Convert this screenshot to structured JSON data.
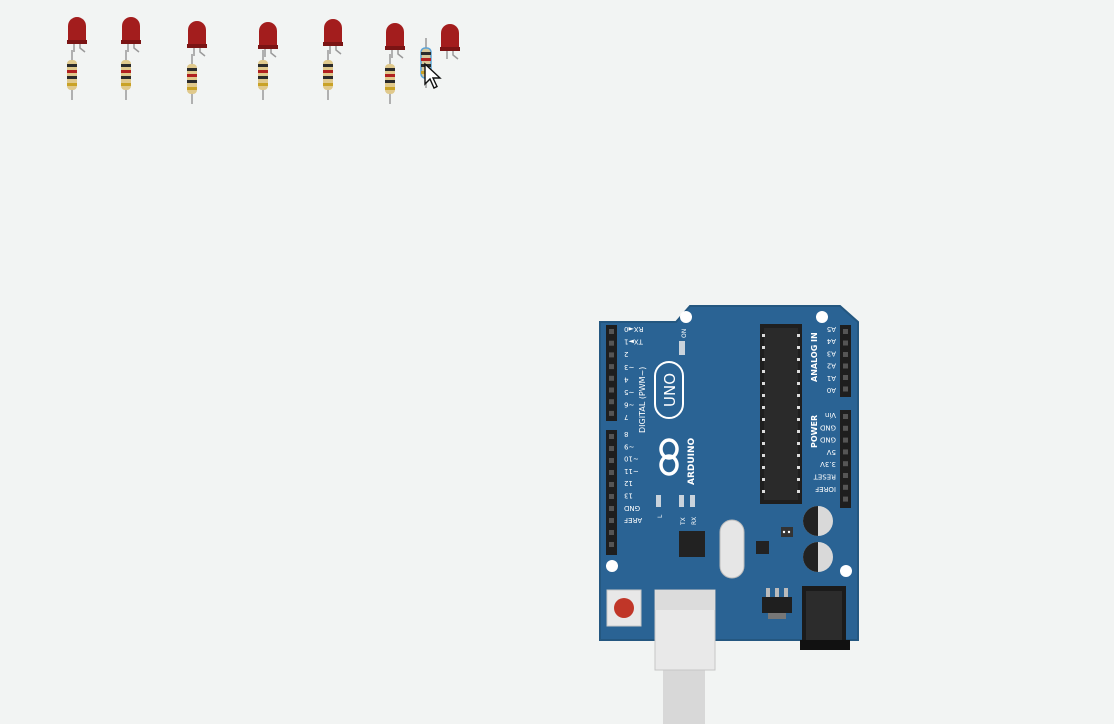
{
  "workspace": {
    "leds": [
      {
        "id": "led-1",
        "color": "#a31d1d"
      },
      {
        "id": "led-2",
        "color": "#a31d1d"
      },
      {
        "id": "led-3",
        "color": "#a31d1d"
      },
      {
        "id": "led-4",
        "color": "#a31d1d"
      },
      {
        "id": "led-5",
        "color": "#a31d1d"
      },
      {
        "id": "led-6",
        "color": "#a31d1d"
      },
      {
        "id": "led-7",
        "color": "#a31d1d"
      }
    ],
    "resistor_count": 7
  },
  "arduino": {
    "brand": "ARDUINO",
    "model": "UNO",
    "digital_label": "DIGITAL (PWM~)",
    "analog_label": "ANALOG IN",
    "power_label": "POWER",
    "on_label": "ON",
    "led_label_l": "L",
    "tx_label": "TX",
    "rx_label": "RX",
    "digital_pins_top": [
      "RX◄0",
      "TX►1",
      "2",
      "~3",
      "4",
      "~5",
      "~6",
      "7"
    ],
    "digital_pins_bottom": [
      "8",
      "~9",
      "~10",
      "~11",
      "12",
      "13",
      "GND",
      "AREF"
    ],
    "analog_pins": [
      "A5",
      "A4",
      "A3",
      "A2",
      "A1",
      "A0"
    ],
    "power_pins": [
      "Vin",
      "GND",
      "GND",
      "5V",
      "3.3V",
      "RESET",
      "IOREF"
    ],
    "board_color": "#2a6394",
    "header_color": "#1e1e1e"
  }
}
